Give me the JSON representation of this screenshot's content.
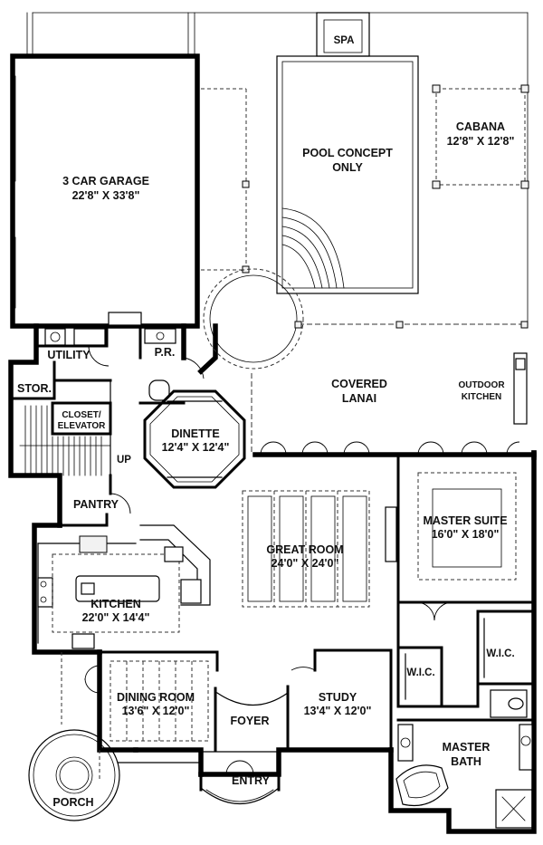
{
  "rooms": {
    "spa": "SPA",
    "pool_line1": "POOL CONCEPT",
    "pool_line2": "ONLY",
    "cabana_name": "CABANA",
    "cabana_dim": "12'8\" X 12'8\"",
    "garage_name": "3 CAR GARAGE",
    "garage_dim": "22'8\" X 33'8\"",
    "utility": "UTILITY",
    "powder_room": "P.R.",
    "storage": "STOR.",
    "closet_line1": "CLOSET/",
    "closet_line2": "ELEVATOR",
    "dinette_name": "DINETTE",
    "dinette_dim": "12'4\" X 12'4\"",
    "lanai_line1": "COVERED",
    "lanai_line2": "LANAI",
    "outdoor_line1": "OUTDOOR",
    "outdoor_line2": "KITCHEN",
    "up": "UP",
    "pantry": "PANTRY",
    "great_room_name": "GREAT ROOM",
    "great_room_dim": "24'0\" X 24'0\"",
    "master_suite_name": "MASTER SUITE",
    "master_suite_dim": "16'0\" X 18'0\"",
    "kitchen_name": "KITCHEN",
    "kitchen_dim": "22'0\" X 14'4\"",
    "wic_1": "W.I.C.",
    "wic_2": "W.I.C.",
    "dining_name": "DINING ROOM",
    "dining_dim": "13'6\" X 12'0\"",
    "study_name": "STUDY",
    "study_dim": "13'4\" X 12'0\"",
    "foyer": "FOYER",
    "master_bath_line1": "MASTER",
    "master_bath_line2": "BATH",
    "entry": "ENTRY",
    "porch": "PORCH"
  },
  "colors": {
    "wall": "#000000",
    "background": "#ffffff"
  }
}
